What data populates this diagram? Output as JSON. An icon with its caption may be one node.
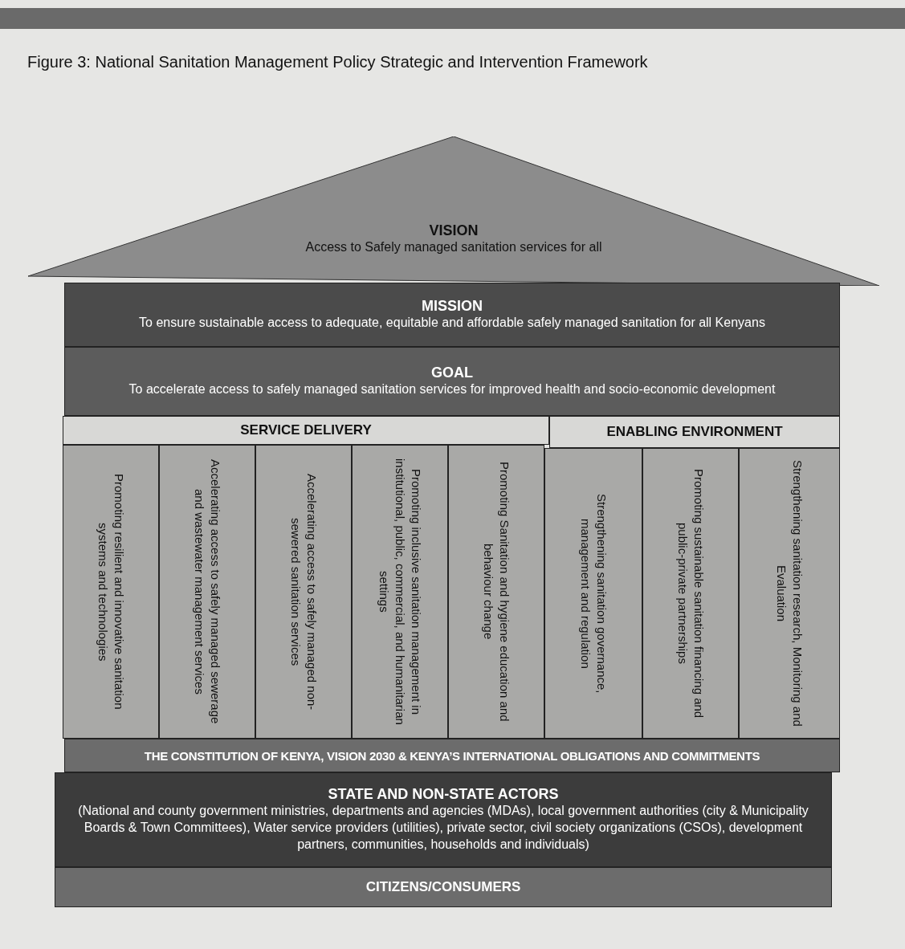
{
  "diagram": {
    "title": "Figure 3: National Sanitation Management Policy Strategic and Intervention Framework",
    "nodes": [
      {
        "text": [
          "VISION",
          "Access to Safely managed sanitation services for all"
        ]
      },
      {
        "text": [
          "MISSION",
          "To ensure sustainable access to adequate, equitable and affordable safely managed sanitation for all Kenyans"
        ]
      },
      {
        "text": [
          "GOAL",
          "To accelerate access to safely managed sanitation services for improved health and socio-economic development"
        ]
      },
      {
        "text": [
          "SERVICE DELIVERY"
        ]
      },
      {
        "text": [
          "ENABLING ENVIRONMENT"
        ]
      },
      {
        "text": [
          "Promoting resilient and innovative sanitation systems and technologies"
        ]
      },
      {
        "text": [
          "Accelerating access to safely managed sewerage and wastewater management services"
        ]
      },
      {
        "text": [
          "Accelerating access to safely managed non-sewered sanitation services"
        ]
      },
      {
        "text": [
          "Promoting inclusive sanitation management in institutional, public, commercial, and humanitarian settings"
        ]
      },
      {
        "text": [
          "Promoting Sanitation and hygiene education and behaviour change"
        ]
      },
      {
        "text": [
          "Strengthening sanitation governance, management and regulation"
        ]
      },
      {
        "text": [
          "Promoting sustainable sanitation financing and public-private partnerships"
        ]
      },
      {
        "text": [
          "Strengthening sanitation research, Monitoring and Evaluation"
        ]
      },
      {
        "text": [
          "THE CONSTITUTION OF KENYA, VISION 2030 & KENYA’S INTERNATIONAL OBLIGATIONS AND COMMITMENTS"
        ]
      },
      {
        "text": [
          "STATE AND NON-STATE ACTORS",
          "(National and county government ministries, departments and agencies (MDAs), local government authorities (city & Municipality Boards & Town Committees), Water service providers (utilities), private sector, civil society organizations (CSOs), development partners, communities, households and individuals)"
        ]
      },
      {
        "text": [
          "CITIZENS/CONSUMERS"
        ]
      }
    ]
  }
}
